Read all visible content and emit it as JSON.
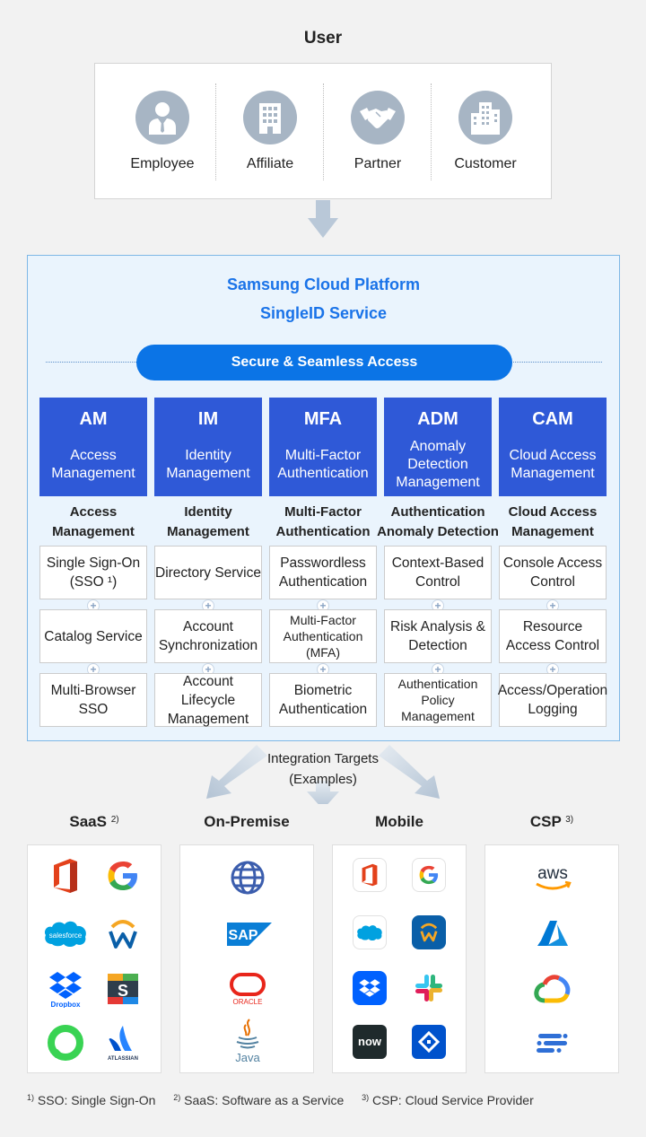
{
  "user": {
    "title": "User",
    "items": [
      {
        "label": "Employee",
        "icon": "person-icon"
      },
      {
        "label": "Affiliate",
        "icon": "building-icon"
      },
      {
        "label": "Partner",
        "icon": "handshake-icon"
      },
      {
        "label": "Customer",
        "icon": "city-icon"
      }
    ]
  },
  "platform": {
    "title_line1": "Samsung Cloud Platform",
    "title_line2": "SingleID Service",
    "pill": "Secure & Seamless Access",
    "columns": [
      {
        "abbr": "AM",
        "full": "Access Management",
        "sub": "Access Management",
        "cells": [
          "Single Sign-On (SSO ¹)",
          "Catalog Service",
          "Multi-Browser SSO"
        ]
      },
      {
        "abbr": "IM",
        "full": "Identity Management",
        "sub": "Identity Management",
        "cells": [
          "Directory Service",
          "Account Synchronization",
          "Account Lifecycle Management"
        ]
      },
      {
        "abbr": "MFA",
        "full": "Multi-Factor Authentication",
        "sub": "Multi-Factor Authentication",
        "cells": [
          "Passwordless Authentication",
          "Multi-Factor Authentication (MFA)",
          "Biometric Authentication"
        ]
      },
      {
        "abbr": "ADM",
        "full": "Anomaly Detection Management",
        "sub": "Authentication Anomaly Detection",
        "cells": [
          "Context-Based Control",
          "Risk Analysis & Detection",
          "Authentication Policy Management"
        ]
      },
      {
        "abbr": "CAM",
        "full": "Cloud Access Management",
        "sub": "Cloud Access Management",
        "cells": [
          "Console Access Control",
          "Resource Access Control",
          "Access/Operation Logging"
        ]
      }
    ]
  },
  "integration": {
    "label_line1": "Integration Targets",
    "label_line2": "(Examples)"
  },
  "categories": [
    {
      "title": "SaaS",
      "sup": "2)"
    },
    {
      "title": "On-Premise",
      "sup": ""
    },
    {
      "title": "Mobile",
      "sup": ""
    },
    {
      "title": "CSP",
      "sup": "3)"
    }
  ],
  "logo_text": {
    "salesforce": "salesforce",
    "dropbox": "Dropbox",
    "atlassian": "ATLASSIAN",
    "sap": "SAP",
    "oracle": "ORACLE",
    "java": "Java",
    "aws": "aws",
    "now": "now"
  },
  "footnotes": [
    {
      "mark": "1)",
      "text": "SSO: Single Sign-On"
    },
    {
      "mark": "2)",
      "text": "SaaS: Software as a Service"
    },
    {
      "mark": "3)",
      "text": "CSP: Cloud Service Provider"
    }
  ],
  "colors": {
    "column_header": "#2f59d7",
    "pill": "#0b74e6",
    "title_blue": "#1a73e8",
    "platform_bg": "#eaf4fd",
    "user_icon_bg": "#a7b5c4"
  }
}
